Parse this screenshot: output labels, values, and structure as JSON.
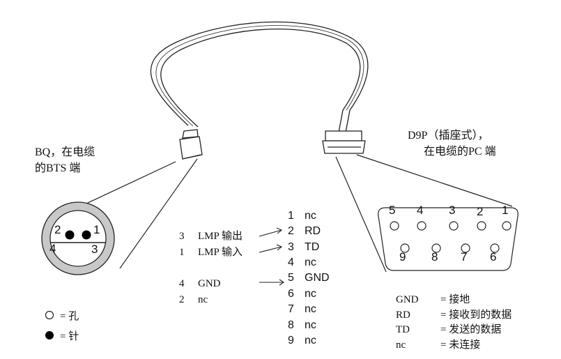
{
  "bts_end": {
    "label_line1": "BQ，在电缆",
    "label_line2": "的BTS 端",
    "pin_labels": [
      "1",
      "2",
      "3",
      "4"
    ]
  },
  "pc_end": {
    "label_line1": "D9P（插座式），",
    "label_line2": "在电缆的PC 端",
    "top_pins": [
      "5",
      "4",
      "3",
      "2",
      "1"
    ],
    "bottom_pins": [
      "9",
      "8",
      "7",
      "6"
    ]
  },
  "pin_legend": [
    {
      "symbol": "○",
      "text": "= 孔"
    },
    {
      "symbol": "●",
      "text": "= 针"
    }
  ],
  "mapping": [
    {
      "pin": "3",
      "name": "LMP 输出"
    },
    {
      "pin": "1",
      "name": "LMP 输入"
    },
    {
      "pin": "4",
      "name": "GND"
    },
    {
      "pin": "2",
      "name": "nc"
    }
  ],
  "d9_pins": [
    {
      "num": "1",
      "sig": "nc"
    },
    {
      "num": "2",
      "sig": "RD"
    },
    {
      "num": "3",
      "sig": "TD"
    },
    {
      "num": "4",
      "sig": "nc"
    },
    {
      "num": "5",
      "sig": "GND"
    },
    {
      "num": "6",
      "sig": "nc"
    },
    {
      "num": "7",
      "sig": "nc"
    },
    {
      "num": "8",
      "sig": "nc"
    },
    {
      "num": "9",
      "sig": "nc"
    }
  ],
  "abbreviations": [
    {
      "abbr": "GND",
      "meaning": "= 接地"
    },
    {
      "abbr": "RD",
      "meaning": "= 接收到的数据"
    },
    {
      "abbr": "TD",
      "meaning": "= 发送的数据"
    },
    {
      "abbr": "nc",
      "meaning": "= 未连接"
    }
  ]
}
